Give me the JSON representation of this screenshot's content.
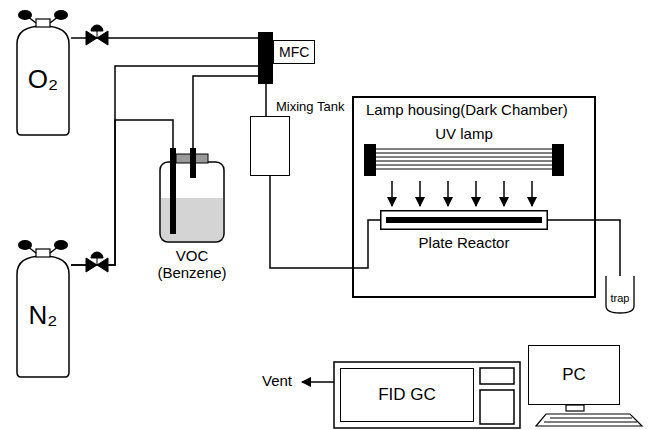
{
  "diagram": {
    "nodes": [
      {
        "text": [
          "O₂"
        ]
      },
      {
        "text": [
          "N₂"
        ]
      },
      {
        "text": [
          "VOC (Benzene)"
        ]
      },
      {
        "text": [
          "MFC"
        ]
      },
      {
        "text": [
          "Mixing Tank"
        ]
      },
      {
        "text": [
          "Lamp housing(Dark Chamber)"
        ]
      },
      {
        "text": [
          "UV lamp"
        ],
        "in": 5
      },
      {
        "text": [
          "Plate Reactor"
        ],
        "in": 5
      },
      {
        "text": [
          "trap"
        ]
      },
      {
        "text": [
          "FID GC"
        ]
      },
      {
        "text": [
          "PC"
        ]
      }
    ],
    "edges": [
      {
        "from": 0,
        "to": 3,
        "arrow": "none"
      },
      {
        "from": 1,
        "to": 3,
        "arrow": "none"
      },
      {
        "from": 1,
        "to": 2,
        "arrow": "none"
      },
      {
        "from": 2,
        "to": 3,
        "arrow": "none"
      },
      {
        "from": 3,
        "to": 4,
        "arrow": "none"
      },
      {
        "from": 4,
        "to": 7,
        "arrow": "none"
      },
      {
        "from": 7,
        "to": 8,
        "arrow": "none"
      }
    ],
    "labels": [
      "Vent"
    ]
  }
}
